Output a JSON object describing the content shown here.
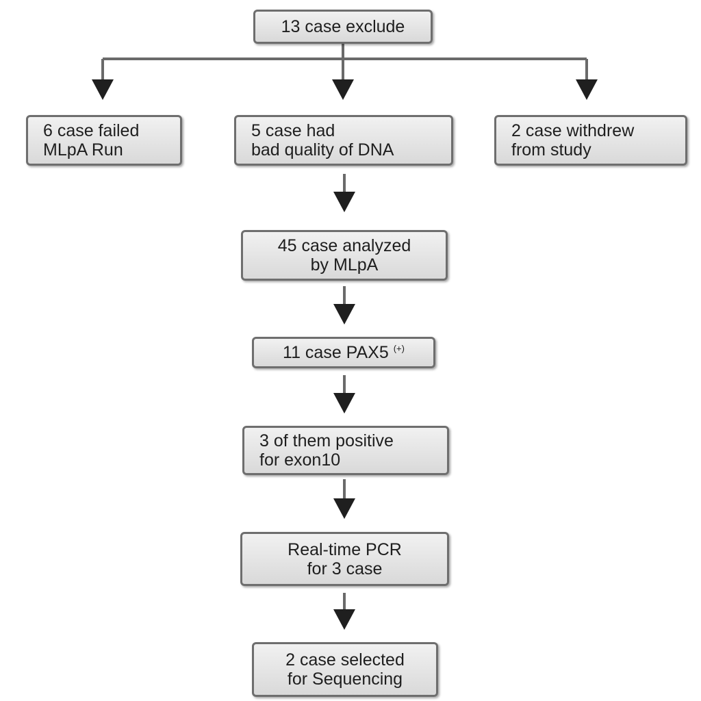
{
  "diagram": {
    "nodes": {
      "excluded": {
        "lines": [
          "13 case exclude"
        ]
      },
      "failed": {
        "lines": [
          "6 case failed",
          "MLpA Run"
        ]
      },
      "bad_dna": {
        "lines": [
          "5 case had",
          "bad quality of DNA"
        ]
      },
      "withdrew": {
        "lines": [
          "2 case withdrew",
          "from study"
        ]
      },
      "analyzed": {
        "lines": [
          "45 case analyzed",
          "by MLpA"
        ]
      },
      "pax5": {
        "text": "11 case PAX5",
        "superscript": "(+)"
      },
      "positive": {
        "lines": [
          "3 of them positive",
          "for exon10"
        ]
      },
      "pcr": {
        "lines": [
          "Real-time PCR",
          "for 3 case"
        ]
      },
      "selected": {
        "lines": [
          "2 case selected",
          "for Sequencing"
        ]
      }
    },
    "colors": {
      "box_border": "#6e6e6e",
      "box_fill_top": "#f1f1f1",
      "box_fill_bottom": "#d9d9d9",
      "arrow": "#333333",
      "text": "#1e1e1e"
    }
  }
}
